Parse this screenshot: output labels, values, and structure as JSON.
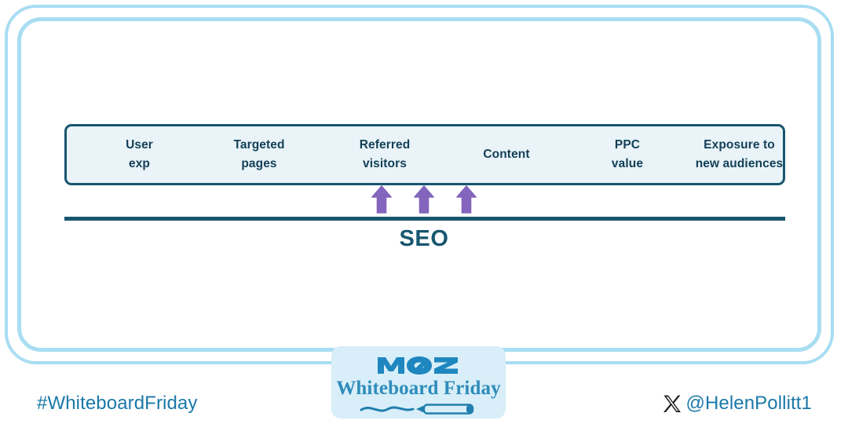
{
  "board": {
    "benefits_box": {
      "items": [
        {
          "line1": "User",
          "line2": "exp"
        },
        {
          "line1": "Targeted",
          "line2": "pages"
        },
        {
          "line1": "Referred",
          "line2": "visitors"
        },
        {
          "line1": "Content",
          "line2": ""
        },
        {
          "line1": "PPC",
          "line2": "value"
        },
        {
          "line1": "Exposure to",
          "line2": "new audiences"
        }
      ]
    },
    "arrows": [
      {
        "name": "up-arrow-1",
        "direction": "up"
      },
      {
        "name": "up-arrow-2",
        "direction": "up"
      },
      {
        "name": "up-arrow-3",
        "direction": "up"
      }
    ],
    "baseline_label": "SEO"
  },
  "badge": {
    "brand": "MOZ",
    "series": "Whiteboard Friday"
  },
  "footer": {
    "hashtag": "#WhiteboardFriday",
    "handle": "@HelenPollitt1",
    "handle_icon": "x-twitter-icon"
  },
  "colors": {
    "frame_blue": "#a8ddf2",
    "box_border": "#17566f",
    "box_fill": "#e9f3f8",
    "text_dark_teal": "#123f56",
    "arrow_purple": "#8465bd",
    "badge_fill": "#d8eef8",
    "moz_blue": "#2e8cbb",
    "link_blue": "#1a78a8"
  }
}
